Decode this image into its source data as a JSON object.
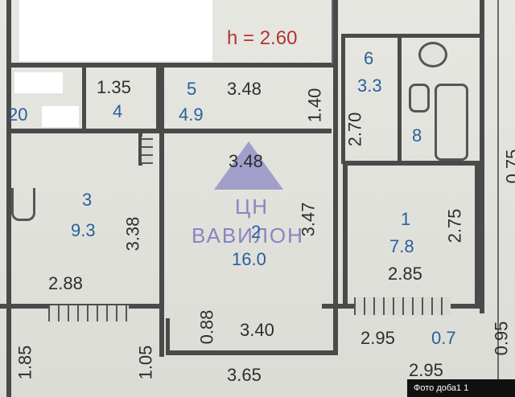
{
  "height_label": "h = 2.60",
  "rooms": {
    "r1": {
      "num": "1",
      "area": "7.8"
    },
    "r2": {
      "num": "2",
      "area": "16.0"
    },
    "r3": {
      "num": "3",
      "area": "9.3"
    },
    "r4": {
      "num": "4"
    },
    "r5": {
      "num": "5",
      "area": "4.9"
    },
    "r6": {
      "num": "6",
      "area": "3.3"
    },
    "r8": {
      "num": "8"
    },
    "r20": {
      "num": "20"
    }
  },
  "dims": {
    "d135": "1.35",
    "d348_top": "3.48",
    "d140": "1.40",
    "d270": "2.70",
    "d348_mid": "3.48",
    "d347": "3.47",
    "d338": "3.38",
    "d275": "2.75",
    "d075": "0.75",
    "d288": "2.88",
    "d285": "2.85",
    "d088": "0.88",
    "d340": "3.40",
    "d295": "2.95",
    "d07": "0.7",
    "d095": "0.95",
    "d185": "1.85",
    "d105": "1.05",
    "d365": "3.65",
    "d295b": "2.95"
  },
  "watermark": {
    "line1": "ЦН",
    "line2": "ВАВИЛОН"
  },
  "badge": "Фото доба1 1"
}
